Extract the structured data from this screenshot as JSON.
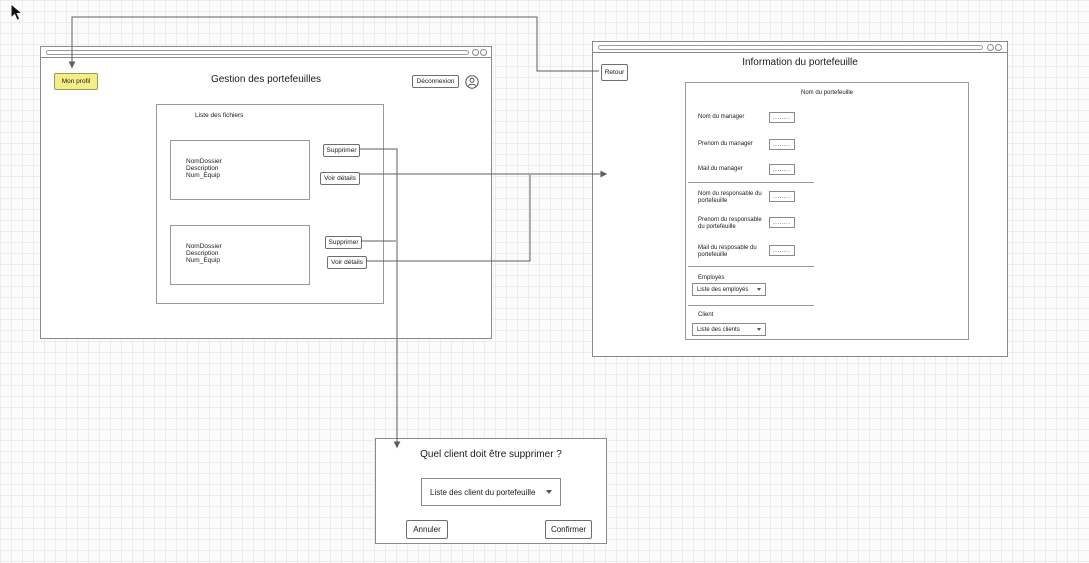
{
  "colors": {
    "highlight_yellow": "#f3ee86",
    "connector_gray": "#666666",
    "window_border": "#8a8a8a",
    "grid_line": "#ececec"
  },
  "windows": {
    "portfolios": {
      "title": "Gestion des portefeuilles",
      "profile_button": "Mon profil",
      "logout_button": "Déconnexion",
      "files_panel_title": "Liste des fichiers",
      "items": [
        {
          "text": "NomDossier\nDescription\nNum_Equip",
          "delete_button": "Supprimer",
          "details_button": "Voir détails"
        },
        {
          "text": "NomDossier\nDescription\nNum_Equip",
          "delete_button": "Supprimer",
          "details_button": "Voir détails"
        }
      ]
    },
    "portfolio_info": {
      "title": "Information du portefeuille",
      "back_button": "Retour",
      "panel_title": "Nom du portefeuille",
      "fields": [
        {
          "label": "Nom du manager",
          "value": "........"
        },
        {
          "label": "Prenom du manager",
          "value": "........"
        },
        {
          "label": "Mail du manager",
          "value": "........"
        },
        {
          "label": "Nom du responsable du portefeuille",
          "value": "........"
        },
        {
          "label": "Prenom du responsable du portefeuille",
          "value": "........"
        },
        {
          "label": "Mail du resposable du portefeuille",
          "value": "........"
        }
      ],
      "employees_label": "Employés",
      "employees_dropdown": "Liste des employés",
      "client_label": "Client",
      "clients_dropdown": "Liste des clients"
    }
  },
  "dialog": {
    "title": "Quel client doit être supprimer ?",
    "dropdown": "Liste des client du portefeuille",
    "cancel_button": "Annuler",
    "confirm_button": "Confirmer"
  }
}
